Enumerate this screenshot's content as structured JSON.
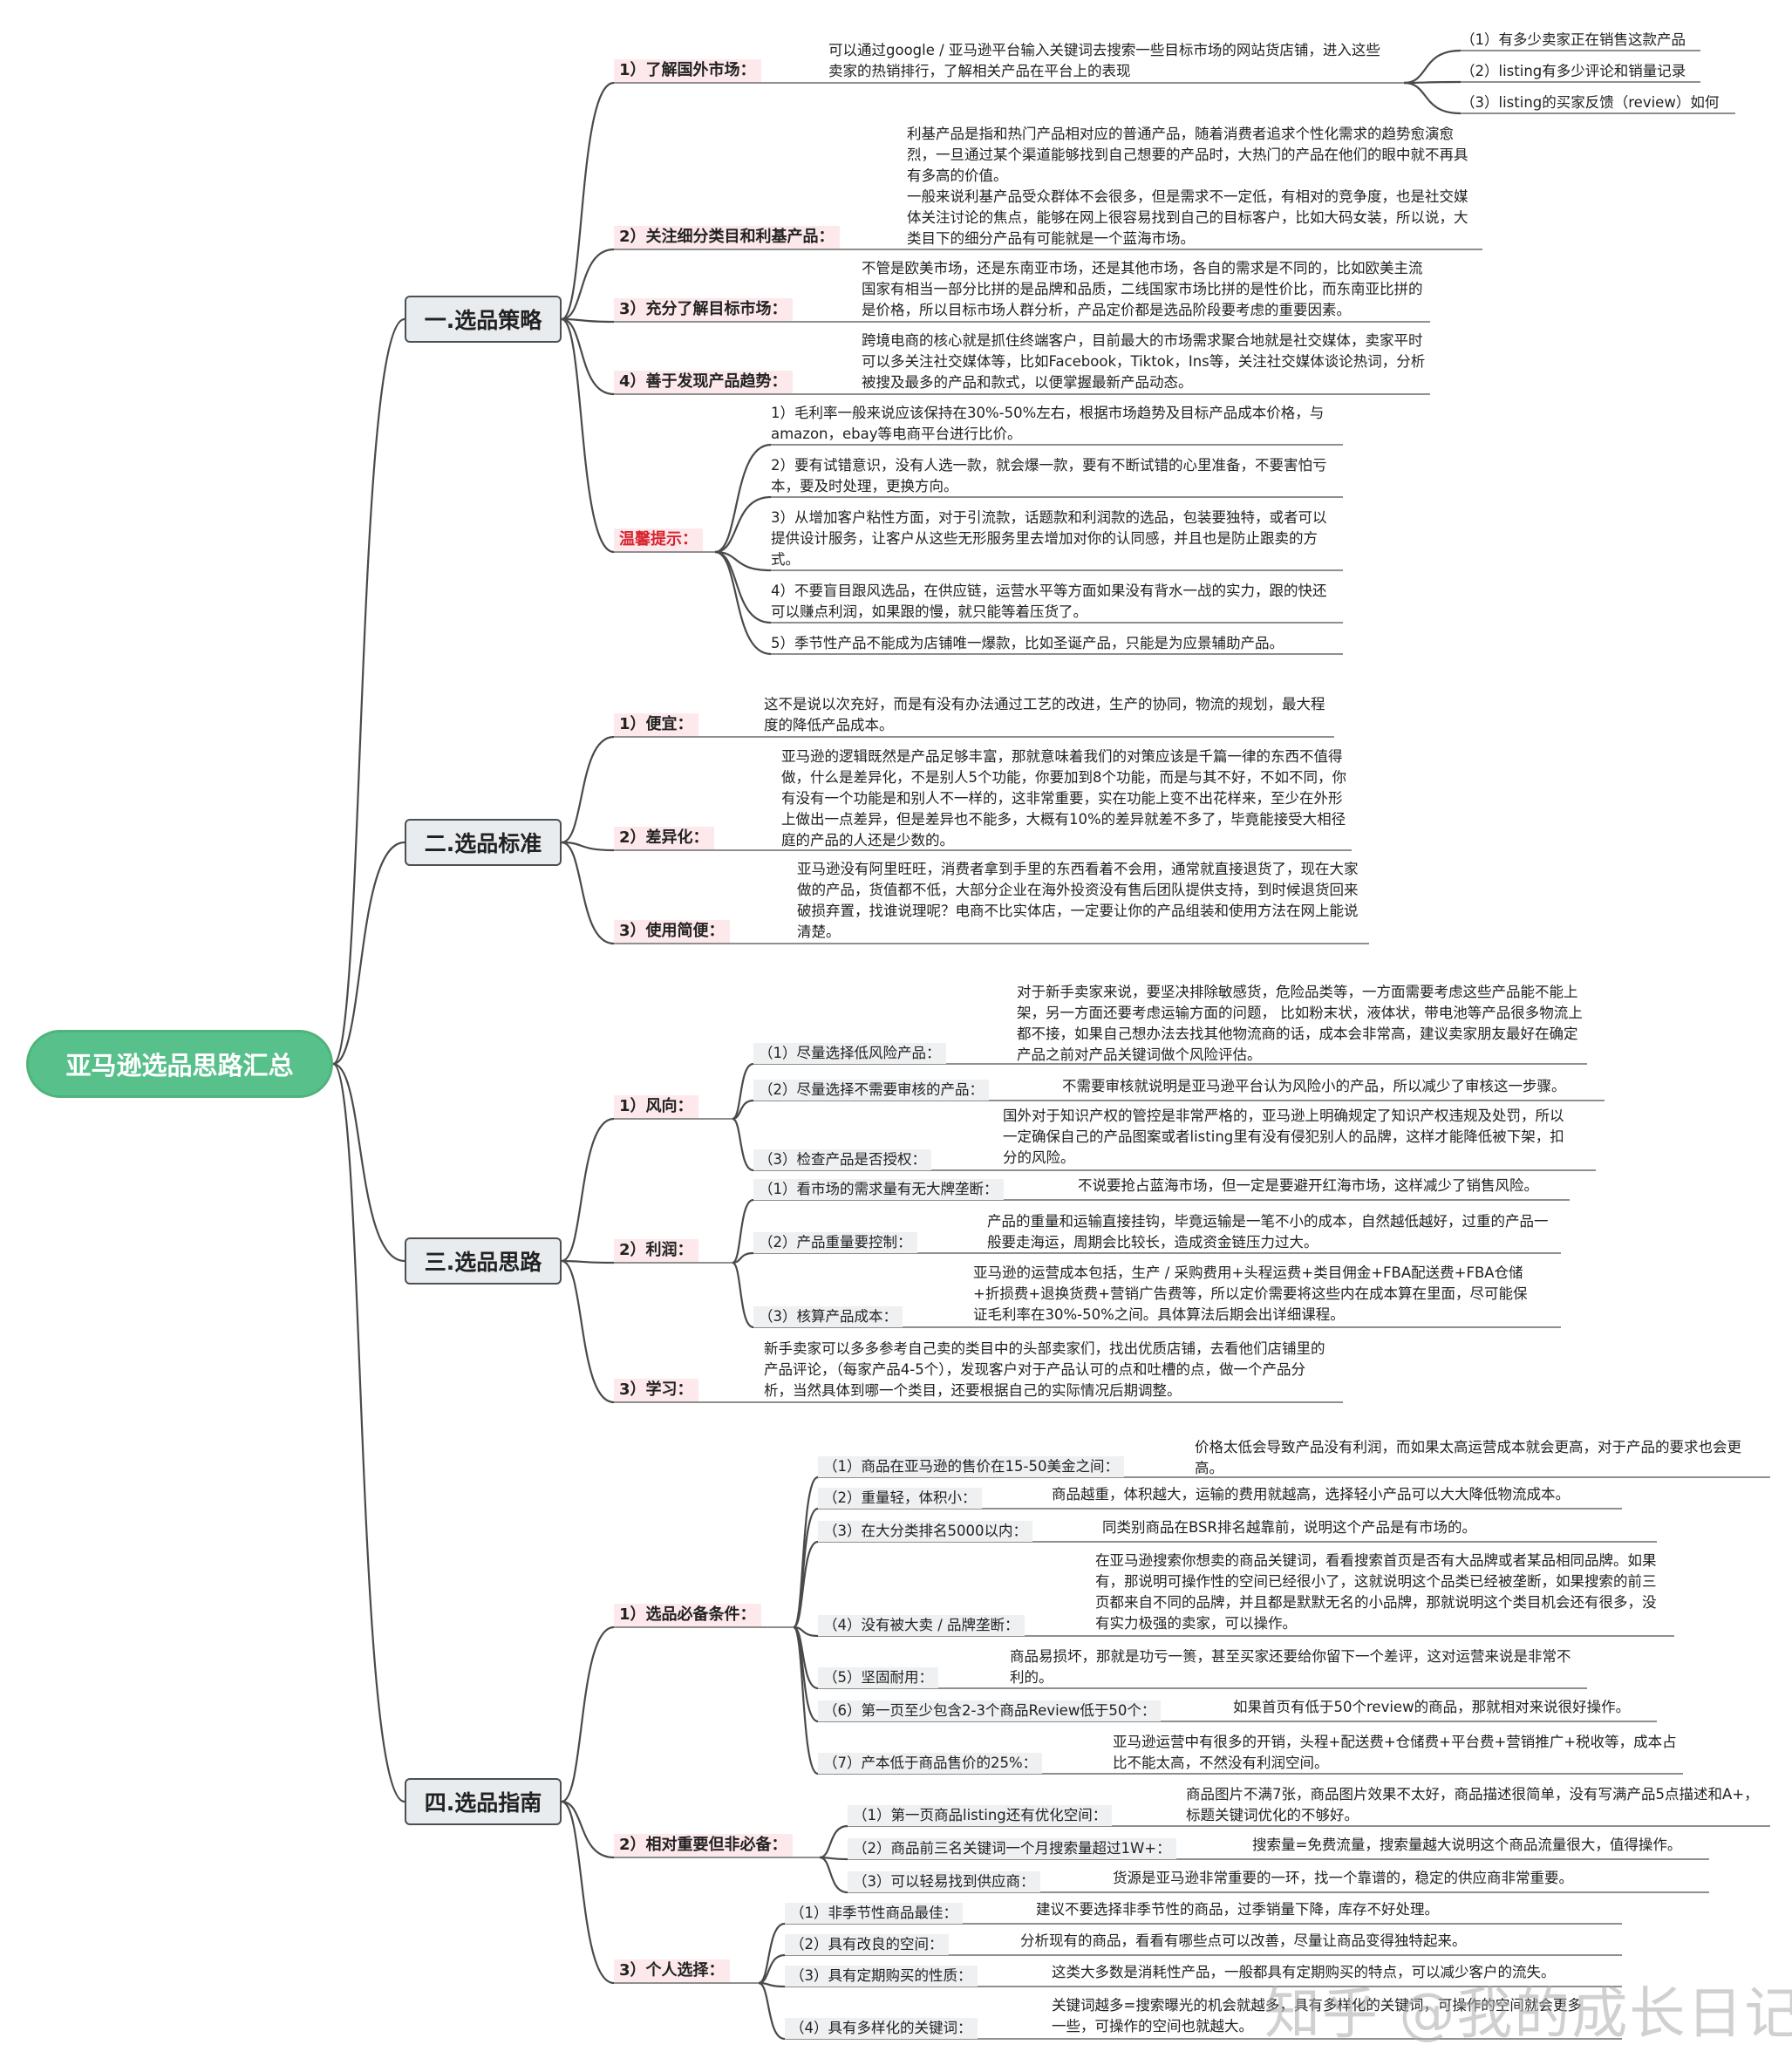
{
  "root": "亚马逊选品思路汇总",
  "sections": [
    {
      "title": "一.选品策略",
      "items": [
        {
          "label": "1）了解国外市场：",
          "text": "可以通过google / 亚马逊平台输入关键词去搜索一些目标市场的网站货店铺，进入这些卖家的热销排行，了解相关产品在平台上的表现",
          "children": [
            {
              "label": "（1）有多少卖家正在销售这款产品"
            },
            {
              "label": "（2）listing有多少评论和销量记录"
            },
            {
              "label": "（3）listing的买家反馈（review）如何"
            }
          ]
        },
        {
          "label": "2）关注细分类目和利基产品：",
          "text": "利基产品是指和热门产品相对应的普通产品，随着消费者追求个性化需求的趋势愈演愈烈，一旦通过某个渠道能够找到自己想要的产品时，大热门的产品在他们的眼中就不再具有多高的价值。\n一般来说利基产品受众群体不会很多，但是需求不一定低，有相对的竞争度，也是社交媒体关注讨论的焦点，能够在网上很容易找到自己的目标客户，比如大码女装，所以说，大类目下的细分产品有可能就是一个蓝海市场。"
        },
        {
          "label": "3）充分了解目标市场：",
          "text": "不管是欧美市场，还是东南亚市场，还是其他市场，各自的需求是不同的，比如欧美主流国家有相当一部分比拼的是品牌和品质，二线国家市场比拼的是性价比，而东南亚比拼的是价格，所以目标市场人群分析，产品定价都是选品阶段要考虑的重要因素。"
        },
        {
          "label": "4）善于发现产品趋势：",
          "text": "跨境电商的核心就是抓住终端客户，目前最大的市场需求聚合地就是社交媒体，卖家平时可以多关注社交媒体等，比如Facebook，Tiktok，Ins等，关注社交媒体谈论热词，分析被搜及最多的产品和款式，以便掌握最新产品动态。"
        },
        {
          "label": "温馨提示：",
          "warn": true,
          "children": [
            {
              "label": "1）毛利率一般来说应该保持在30%-50%左右，根据市场趋势及目标产品成本价格，与amazon，ebay等电商平台进行比价。"
            },
            {
              "label": "2）要有试错意识，没有人选一款，就会爆一款，要有不断试错的心里准备，不要害怕亏本，要及时处理，更换方向。"
            },
            {
              "label": "3）从增加客户粘性方面，对于引流款，话题款和利润款的选品，包装要独特，或者可以提供设计服务，让客户从这些无形服务里去增加对你的认同感，并且也是防止跟卖的方式。"
            },
            {
              "label": "4）不要盲目跟风选品，在供应链，运营水平等方面如果没有背水一战的实力，跟的快还可以赚点利润，如果跟的慢，就只能等着压货了。"
            },
            {
              "label": "5）季节性产品不能成为店铺唯一爆款，比如圣诞产品，只能是为应景辅助产品。"
            }
          ]
        }
      ]
    },
    {
      "title": "二.选品标准",
      "items": [
        {
          "label": "1）便宜：",
          "text": "这不是说以次充好，而是有没有办法通过工艺的改进，生产的协同，物流的规划，最大程度的降低产品成本。"
        },
        {
          "label": "2）差异化：",
          "text": "亚马逊的逻辑既然是产品足够丰富，那就意味着我们的对策应该是千篇一律的东西不值得做，什么是差异化，不是别人5个功能，你要加到8个功能，而是与其不好，不如不同，你有没有一个功能是和别人不一样的，这非常重要，实在功能上变不出花样来，至少在外形上做出一点差异，但是差异也不能多，大概有10%的差异就差不多了，毕竟能接受大相径庭的产品的人还是少数的。"
        },
        {
          "label": "3）使用简便：",
          "text": "亚马逊没有阿里旺旺，消费者拿到手里的东西看着不会用，通常就直接退货了，现在大家做的产品，货值都不低，大部分企业在海外投资没有售后团队提供支持，到时候退货回来破损弃置，找谁说理呢？电商不比实体店，一定要让你的产品组装和使用方法在网上能说清楚。"
        }
      ]
    },
    {
      "title": "三.选品思路",
      "items": [
        {
          "label": "1）风向：",
          "children": [
            {
              "label": "（1）尽量选择低风险产品：",
              "text": "对于新手卖家来说，要坚决排除敏感货，危险品类等，一方面需要考虑这些产品能不能上架，另一方面还要考虑运输方面的问题， 比如粉末状，液体状，带电池等产品很多物流上都不接，如果自己想办法去找其他物流商的话，成本会非常高，建议卖家朋友最好在确定产品之前对产品关键词做个风险评估。"
            },
            {
              "label": "（2）尽量选择不需要审核的产品：",
              "text": "不需要审核就说明是亚马逊平台认为风险小的产品，所以减少了审核这一步骤。"
            },
            {
              "label": "（3）检查产品是否授权：",
              "text": "国外对于知识产权的管控是非常严格的，亚马逊上明确规定了知识产权违规及处罚，所以一定确保自己的产品图案或者listing里有没有侵犯别人的品牌，这样才能降低被下架，扣分的风险。"
            }
          ]
        },
        {
          "label": "2）利润：",
          "children": [
            {
              "label": "（1）看市场的需求量有无大牌垄断：",
              "text": "不说要抢占蓝海市场，但一定是要避开红海市场，这样减少了销售风险。"
            },
            {
              "label": "（2）产品重量要控制：",
              "text": "产品的重量和运输直接挂钩，毕竟运输是一笔不小的成本，自然越低越好，过重的产品一般要走海运，周期会比较长，造成资金链压力过大。"
            },
            {
              "label": "（3）核算产品成本：",
              "text": "亚马逊的运营成本包括，生产 / 采购费用+头程运费+类目佣金+FBA配送费+FBA仓储+折损费+退换货费+营销广告费等，所以定价需要将这些内在成本算在里面，尽可能保证毛利率在30%-50%之间。具体算法后期会出详细课程。"
            }
          ]
        },
        {
          "label": "3）学习：",
          "text": "新手卖家可以多多参考自己卖的类目中的头部卖家们，找出优质店铺，去看他们店铺里的产品评论，（每家产品4-5个），发现客户对于产品认可的点和吐槽的点，做一个产品分析，当然具体到哪一个类目，还要根据自己的实际情况后期调整。"
        }
      ]
    },
    {
      "title": "四.选品指南",
      "items": [
        {
          "label": "1）选品必备条件：",
          "children": [
            {
              "label": "（1）商品在亚马逊的售价在15-50美金之间：",
              "text": "价格太低会导致产品没有利润，而如果太高运营成本就会更高，对于产品的要求也会更高。"
            },
            {
              "label": "（2）重量轻，体积小：",
              "text": "商品越重，体积越大，运输的费用就越高，选择轻小产品可以大大降低物流成本。"
            },
            {
              "label": "（3）在大分类排名5000以内：",
              "text": "同类别商品在BSR排名越靠前，说明这个产品是有市场的。"
            },
            {
              "label": "（4）没有被大卖 / 品牌垄断：",
              "text": "在亚马逊搜索你想卖的商品关键词，看看搜索首页是否有大品牌或者某品相同品牌。如果有，那说明可操作性的空间已经很小了，这就说明这个品类已经被垄断，如果搜索的前三页都来自不同的品牌，并且都是默默无名的小品牌，那就说明这个类目机会还有很多，没有实力极强的卖家，可以操作。"
            },
            {
              "label": "（5）坚固耐用：",
              "text": "商品易损坏，那就是功亏一篑，甚至买家还要给你留下一个差评，这对运营来说是非常不利的。"
            },
            {
              "label": "（6）第一页至少包含2-3个商品Review低于50个：",
              "text": "如果首页有低于50个review的商品，那就相对来说很好操作。"
            },
            {
              "label": "（7）产本低于商品售价的25%：",
              "text": "亚马逊运营中有很多的开销，头程+配送费+仓储费+平台费+营销推广+税收等，成本占比不能太高，不然没有利润空间。"
            }
          ]
        },
        {
          "label": "2）相对重要但非必备：",
          "children": [
            {
              "label": "（1）第一页商品listing还有优化空间：",
              "text": "商品图片不满7张，商品图片效果不太好，商品描述很简单，没有写满产品5点描述和A+，标题关键词优化的不够好。"
            },
            {
              "label": "（2）商品前三名关键词一个月搜索量超过1W+：",
              "text": "搜索量=免费流量，搜索量越大说明这个商品流量很大，值得操作。"
            },
            {
              "label": "（3）可以轻易找到供应商：",
              "text": "货源是亚马逊非常重要的一环，找一个靠谱的，稳定的供应商非常重要。"
            }
          ]
        },
        {
          "label": "3）个人选择：",
          "children": [
            {
              "label": "（1）非季节性商品最佳：",
              "text": "建议不要选择非季节性的商品，过季销量下降，库存不好处理。"
            },
            {
              "label": "（2）具有改良的空间：",
              "text": "分析现有的商品，看看有哪些点可以改善，尽量让商品变得独特起来。"
            },
            {
              "label": "（3）具有定期购买的性质：",
              "text": "这类大多数是消耗性产品，一般都具有定期购买的特点，可以减少客户的流失。"
            },
            {
              "label": "（4）具有多样化的关键词：",
              "text": "关键词越多=搜索曝光的机会就越多，具有多样化的关键词，可操作的空间就会更多一些，可操作的空间也就越大。"
            }
          ]
        }
      ]
    }
  ],
  "watermark": "知乎 @我的成长日记"
}
